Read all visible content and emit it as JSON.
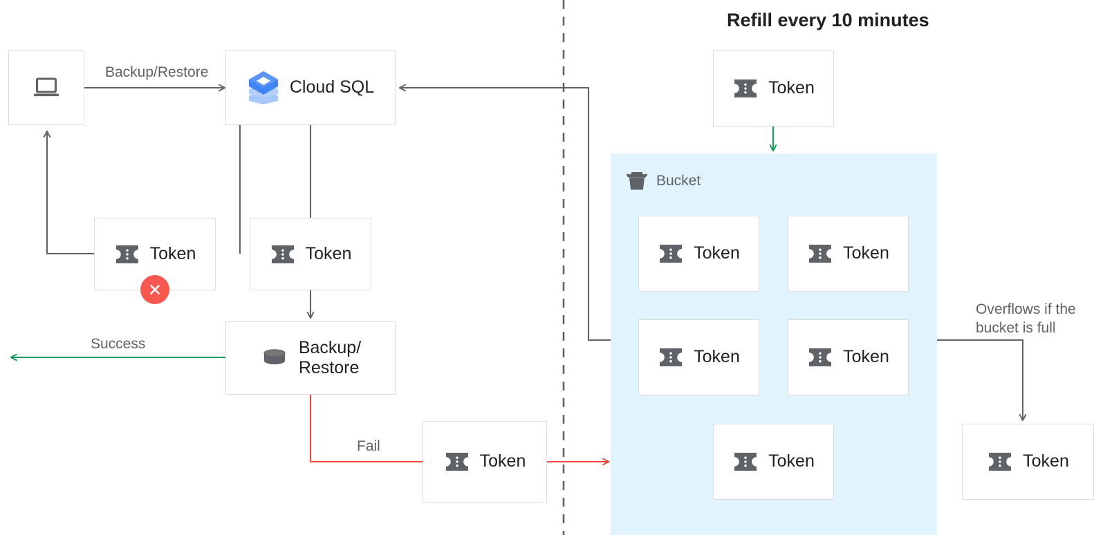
{
  "title": "Refill every 10 minutes",
  "colors": {
    "wire": "#5f6368",
    "wire_green": "#0f9d58",
    "wire_red": "#f4463c",
    "box_border": "#dcdcdc",
    "bucket_bg": "#E1F3FD",
    "icon_gray": "#5f6368",
    "text_dark": "#202124",
    "text_gray": "#5f6368",
    "fail_badge": "#F8584F",
    "cloudsql_blue": "#4285F4",
    "cloudsql_blue_light": "#A8C7FA"
  },
  "nodes": {
    "client": {
      "label": "",
      "icon": "laptop-icon"
    },
    "cloudsql": {
      "label": "Cloud SQL",
      "icon": "cloud-sql-logo"
    },
    "token_client": {
      "label": "Token",
      "icon": "ticket-icon"
    },
    "token_cloudsql": {
      "label": "Token",
      "icon": "ticket-icon"
    },
    "backup_restore": {
      "label": "Backup/\nRestore",
      "icon": "database-cylinder-icon"
    },
    "token_fail": {
      "label": "Token",
      "icon": "ticket-icon"
    },
    "token_refill": {
      "label": "Token",
      "icon": "ticket-icon"
    },
    "token_overflow": {
      "label": "Token",
      "icon": "ticket-icon"
    }
  },
  "bucket": {
    "header_label": "Bucket",
    "header_icon": "bucket-icon",
    "tokens": [
      {
        "label": "Token"
      },
      {
        "label": "Token"
      },
      {
        "label": "Token"
      },
      {
        "label": "Token"
      },
      {
        "label": "Token"
      }
    ]
  },
  "edges": {
    "backup_restore": "Backup/Restore",
    "success": "Success",
    "fail": "Fail",
    "overflow": "Overflows if the\nbucket is full"
  },
  "badges": {
    "fail_mark": "x-mark-icon"
  }
}
